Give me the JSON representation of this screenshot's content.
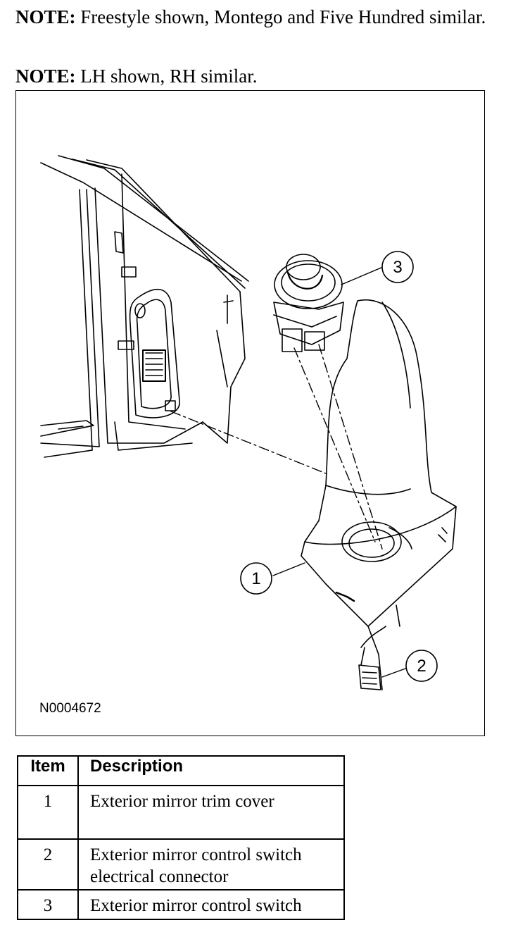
{
  "notes": [
    {
      "label": "NOTE:",
      "text": " Freestyle shown, Montego and Five Hundred similar."
    },
    {
      "label": "NOTE:",
      "text": " LH shown, RH similar."
    }
  ],
  "figure": {
    "id": "N0004672",
    "callouts": [
      "1",
      "2",
      "3"
    ]
  },
  "table": {
    "headers": [
      "Item",
      "Description"
    ],
    "rows": [
      {
        "item": "1",
        "description": "Exterior mirror trim cover"
      },
      {
        "item": "2",
        "description": "Exterior mirror control switch electrical connector"
      },
      {
        "item": "3",
        "description": "Exterior mirror control switch"
      }
    ]
  }
}
